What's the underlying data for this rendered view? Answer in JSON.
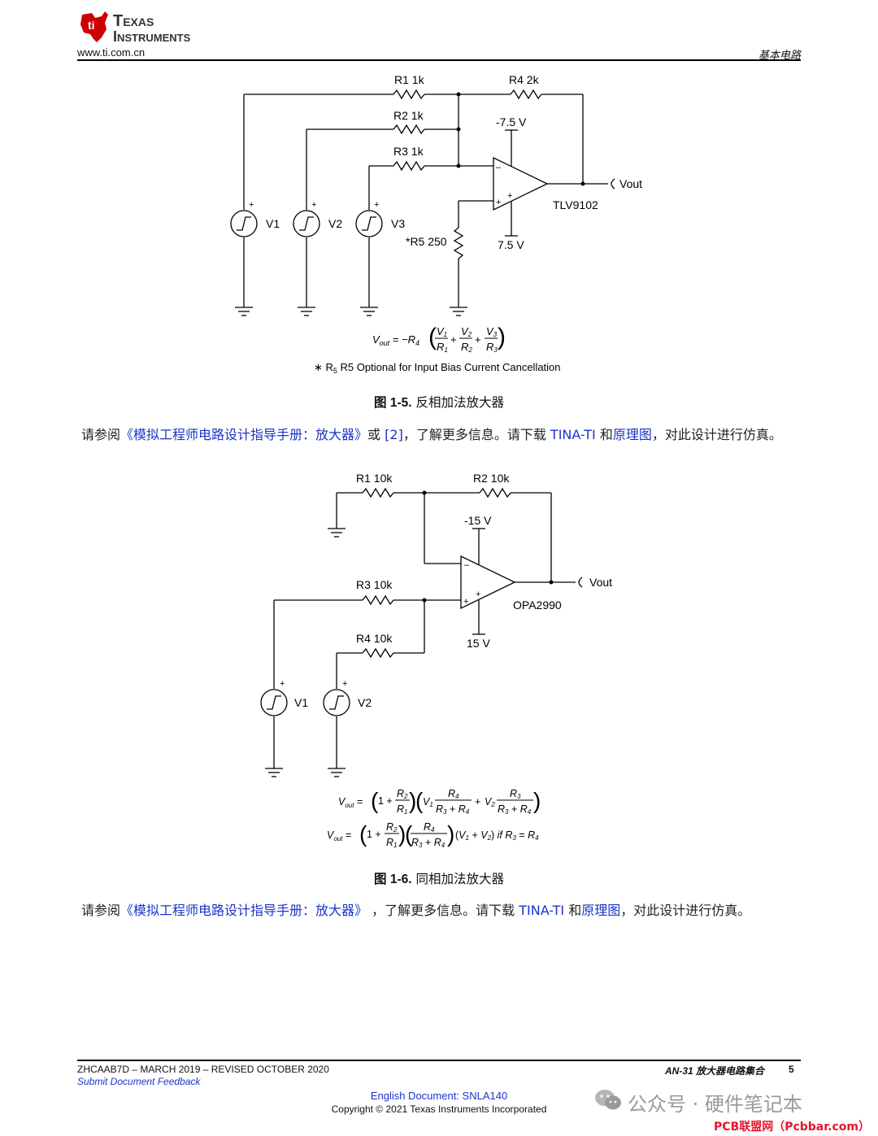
{
  "header": {
    "brand_line1": "Texas",
    "brand_line2": "Instruments",
    "website": "www.ti.com.cn",
    "section": "基本电路"
  },
  "figure5": {
    "r1": "R1 1k",
    "r2": "R2 1k",
    "r3": "R3 1k",
    "r4": "R4 2k",
    "r5": "*R5 250",
    "neg_supply": "-7.5 V",
    "pos_supply": "7.5 V",
    "opamp": "TLV9102",
    "vout": "Vout",
    "v1": "V1",
    "v2": "V2",
    "v3": "V3",
    "plus": "+",
    "minus": "–",
    "note": "R5 Optional for Input Bias Current Cancellation",
    "caption_num": "图 1-5.",
    "caption_text": "反相加法放大器"
  },
  "para1": {
    "t1": "请参阅",
    "link1": "《模拟工程师电路设计指导手册：放大器》",
    "t2": "或",
    "link2": "[2]",
    "t3": "，了解更多信息。请下载",
    "link3": "TINA-TI",
    "t4": "和",
    "link4": "原理图",
    "t5": "，对此设计进行仿真。"
  },
  "figure6": {
    "r1": "R1 10k",
    "r2": "R2 10k",
    "r3": "R3 10k",
    "r4": "R4 10k",
    "neg_supply": "-15 V",
    "pos_supply": "15 V",
    "opamp": "OPA2990",
    "vout": "Vout",
    "v1": "V1",
    "v2": "V2",
    "plus": "+",
    "minus": "–",
    "caption_num": "图 1-6.",
    "caption_text": "同相加法放大器"
  },
  "para2": {
    "t1": "请参阅",
    "link1": "《模拟工程师电路设计指导手册：放大器》",
    "t2": "，了解更多信息。请下载",
    "link2": "TINA-TI",
    "t3": "和",
    "link3": "原理图",
    "t4": "，对此设计进行仿真。"
  },
  "footer": {
    "doc_line": "ZHCAAB7D – MARCH 2019 – REVISED OCTOBER 2020",
    "feedback": "Submit Document Feedback",
    "collection": "AN-31 放大器电路集合",
    "page": "5",
    "english_doc": "English Document: SNLA140",
    "copyright": "Copyright © 2021 Texas Instruments Incorporated"
  },
  "watermark": {
    "wechat": "公众号 · 硬件笔记本",
    "site": "PCB联盟网（Pcbbar.com）"
  },
  "colors": {
    "ti_red": "#cc0000",
    "link_blue": "#1b33c9",
    "footer_blue": "#1b33c9",
    "watermark_red": "#e8152b"
  }
}
